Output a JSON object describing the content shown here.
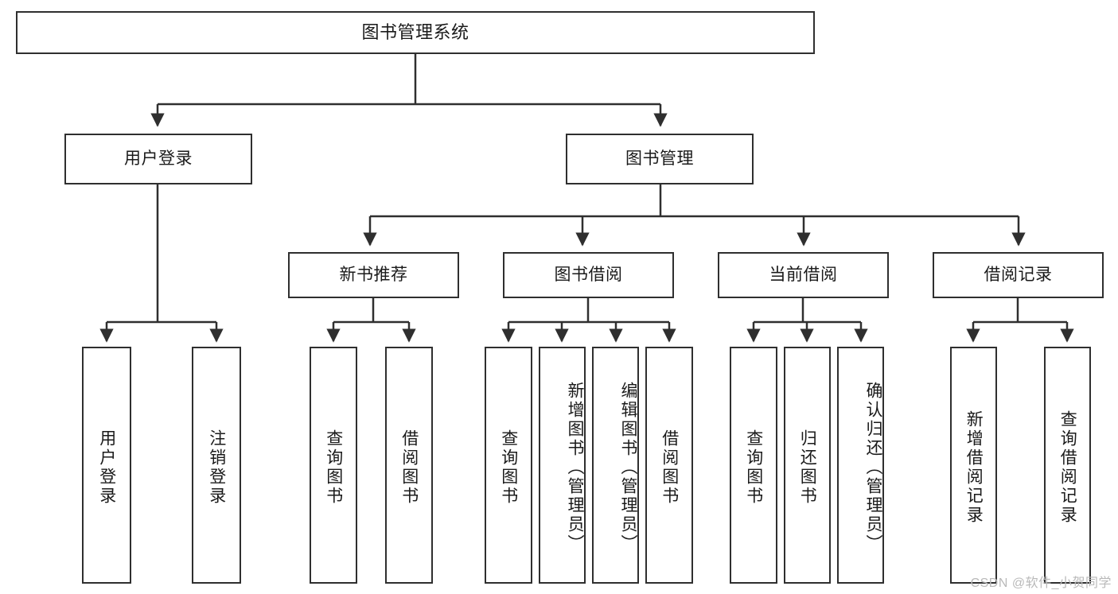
{
  "diagram": {
    "title": "图书管理系统",
    "watermark": "CSDN @软件_小贺同学",
    "stroke_color": "#2f2f2f",
    "background_color": "#ffffff",
    "root": {
      "id": "root",
      "label": "图书管理系统"
    },
    "level1": [
      {
        "id": "user-login",
        "label": "用户登录"
      },
      {
        "id": "book-manage",
        "label": "图书管理"
      }
    ],
    "level2": [
      {
        "id": "new-book-rec",
        "label": "新书推荐",
        "parent": "book-manage"
      },
      {
        "id": "book-borrow",
        "label": "图书借阅",
        "parent": "book-manage"
      },
      {
        "id": "current-borrow",
        "label": "当前借阅",
        "parent": "book-manage"
      },
      {
        "id": "borrow-record",
        "label": "借阅记录",
        "parent": "book-manage"
      }
    ],
    "leaves": [
      {
        "id": "leaf-user-login",
        "label": "用户登录",
        "parent": "user-login"
      },
      {
        "id": "leaf-user-logout",
        "label": "注销登录",
        "parent": "user-login"
      },
      {
        "id": "leaf-query-book-1",
        "label": "查询图书",
        "parent": "new-book-rec"
      },
      {
        "id": "leaf-borrow-book-1",
        "label": "借阅图书",
        "parent": "new-book-rec"
      },
      {
        "id": "leaf-query-book-2",
        "label": "查询图书",
        "parent": "book-borrow"
      },
      {
        "id": "leaf-add-book",
        "label": "新增图书（管理员）",
        "parent": "book-borrow"
      },
      {
        "id": "leaf-edit-book",
        "label": "编辑图书（管理员）",
        "parent": "book-borrow"
      },
      {
        "id": "leaf-borrow-book-2",
        "label": "借阅图书",
        "parent": "book-borrow"
      },
      {
        "id": "leaf-query-book-3",
        "label": "查询图书",
        "parent": "current-borrow"
      },
      {
        "id": "leaf-return-book",
        "label": "归还图书",
        "parent": "current-borrow"
      },
      {
        "id": "leaf-confirm-return",
        "label": "确认归还（管理员）",
        "parent": "current-borrow"
      },
      {
        "id": "leaf-add-record",
        "label": "新增借阅记录",
        "parent": "borrow-record"
      },
      {
        "id": "leaf-query-record",
        "label": "查询借阅记录",
        "parent": "borrow-record"
      }
    ]
  }
}
